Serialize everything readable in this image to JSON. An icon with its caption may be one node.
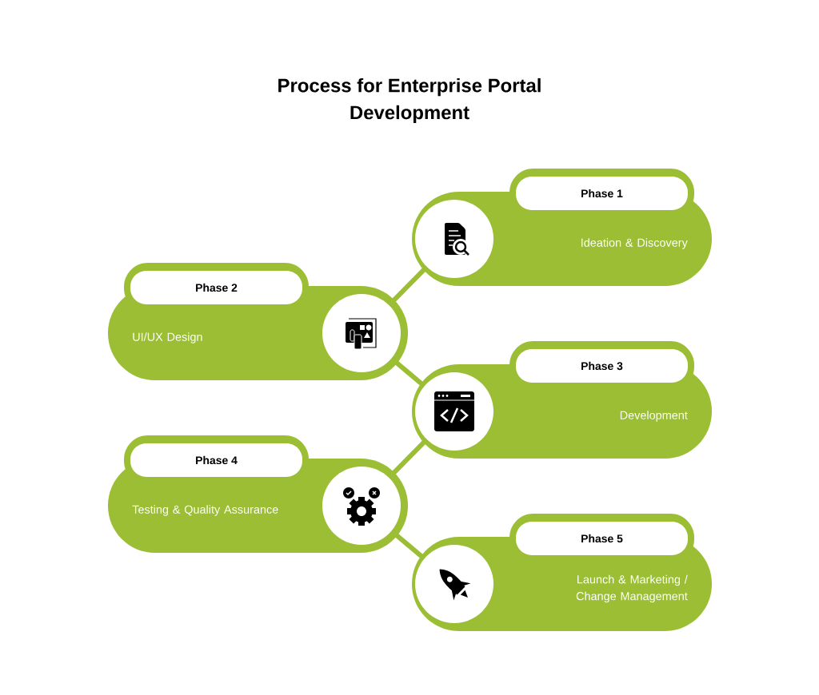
{
  "diagram": {
    "title": "Process for Enterprise Portal Development",
    "nodes": [
      {
        "text": [
          "Phase 1",
          "Ideation & Discovery"
        ]
      },
      {
        "text": [
          "Phase 2",
          "UI/UX Design"
        ]
      },
      {
        "text": [
          "Phase 3",
          "Development"
        ]
      },
      {
        "text": [
          "Phase 4",
          "Testing & Quality Assurance"
        ]
      },
      {
        "text": [
          "Phase 5",
          "Launch & Marketing / Change Management"
        ]
      }
    ],
    "edges": [
      {
        "from": 0,
        "to": 1,
        "arrow": "none"
      },
      {
        "from": 1,
        "to": 2,
        "arrow": "none"
      },
      {
        "from": 2,
        "to": 3,
        "arrow": "none"
      },
      {
        "from": 3,
        "to": 4,
        "arrow": "none"
      }
    ]
  }
}
